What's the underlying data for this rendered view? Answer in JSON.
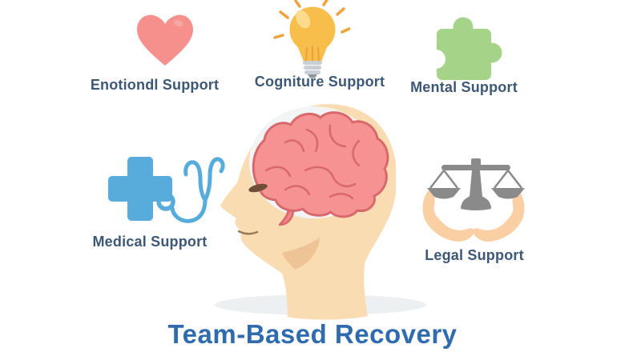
{
  "title": {
    "text": "Team-Based Recovery",
    "color": "#2F6BAD"
  },
  "label_color": "#3D5877",
  "supports": [
    {
      "key": "emotional",
      "label": "Enotiondl Support",
      "icon": "heart-icon",
      "color": "#F5908C"
    },
    {
      "key": "cognitive",
      "label": "Cogniture Support",
      "icon": "lightbulb-icon",
      "color": "#F7BE4B",
      "ray_color": "#F0A23C",
      "base_color": "#C9CED4"
    },
    {
      "key": "mental",
      "label": "Mental Support",
      "icon": "puzzle-piece-icon",
      "color": "#A5D387"
    },
    {
      "key": "medical",
      "label": "Medical Support",
      "icon": "medical-cross-stethoscope-icon",
      "color": "#57ACDC"
    },
    {
      "key": "legal",
      "label": "Legal Support",
      "icon": "scales-of-justice-hands-icon",
      "color": "#8A8A8A",
      "hands_color": "#F9CFA3"
    }
  ],
  "center_illustration": {
    "name": "head-profile-with-brain",
    "skin_color": "#FADCB3",
    "skull_color": "#F3F4F6",
    "brain_color": "#F59393",
    "brain_outline": "#D9686C",
    "shadow_color": "#EDF0F3"
  }
}
